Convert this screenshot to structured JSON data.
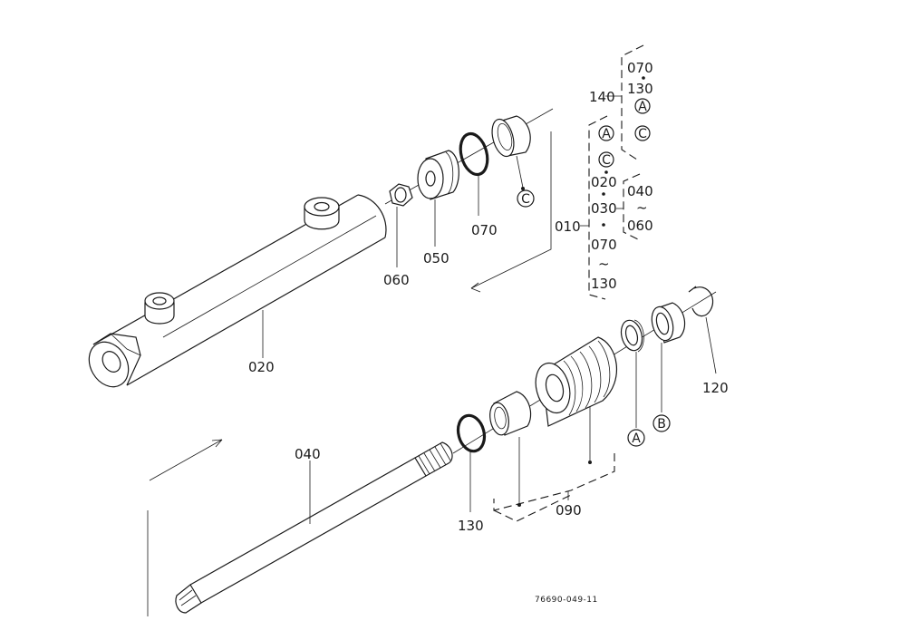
{
  "labels": {
    "p020": "020",
    "p040": "040",
    "p050": "050",
    "p060": "060",
    "p070": "070",
    "p090": "090",
    "p120": "120",
    "p130": "130"
  },
  "callouts": {
    "c_near_070": "C",
    "a_lower": "A",
    "b_lower": "B"
  },
  "legend": {
    "k140": "140",
    "k140_items": [
      "070",
      "130"
    ],
    "k140_markers": [
      "A",
      "C"
    ],
    "k010": "010",
    "k010_markers": [
      "A",
      "C"
    ],
    "k010_items": [
      "020",
      "030",
      "070"
    ],
    "k010_range_end": "130",
    "k030_items": [
      "040",
      "060"
    ],
    "tilde": "~"
  },
  "drawing_code": "76690-049-11"
}
